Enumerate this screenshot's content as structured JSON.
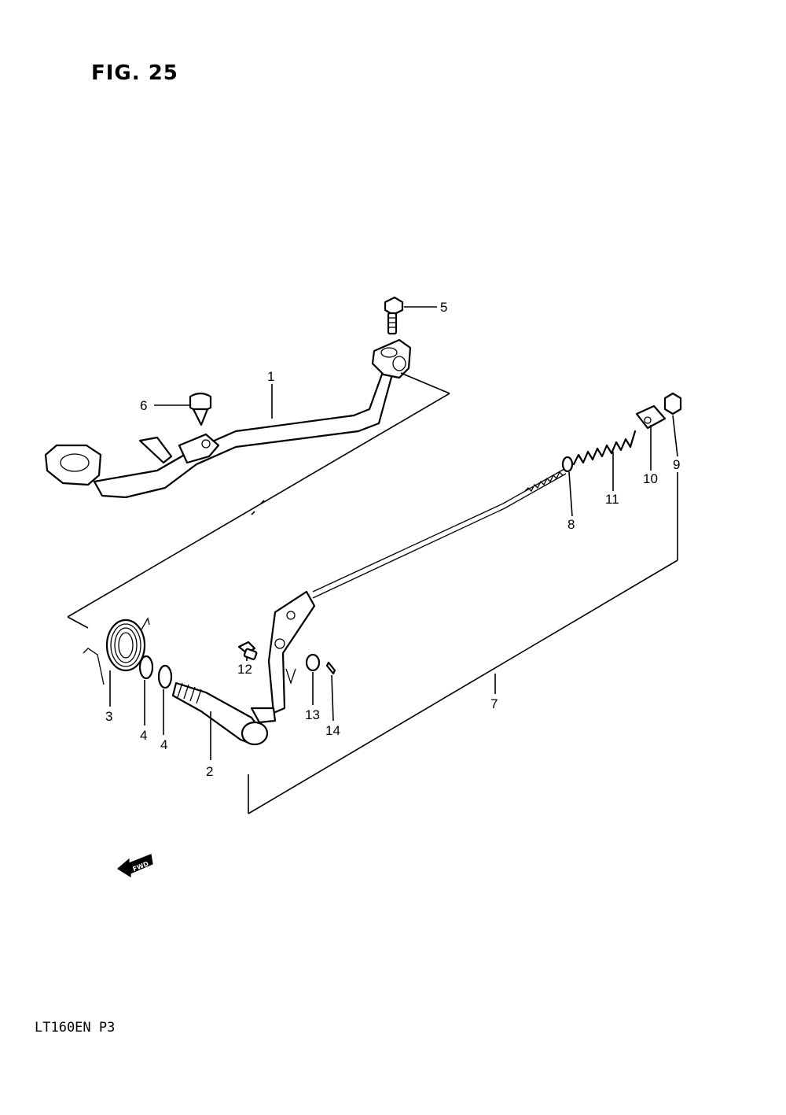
{
  "figure": {
    "title": "FIG. 25",
    "code": "LT160EN P3"
  },
  "callouts": {
    "p1": "1",
    "p2": "2",
    "p3": "3",
    "p4a": "4",
    "p4b": "4",
    "p5": "5",
    "p6": "6",
    "p7": "7",
    "p8": "8",
    "p9": "9",
    "p10": "10",
    "p11": "11",
    "p12": "12",
    "p13": "13",
    "p14": "14"
  },
  "fwd_arrow": {
    "label": "FWD",
    "icon": "fwd-arrow-icon"
  }
}
